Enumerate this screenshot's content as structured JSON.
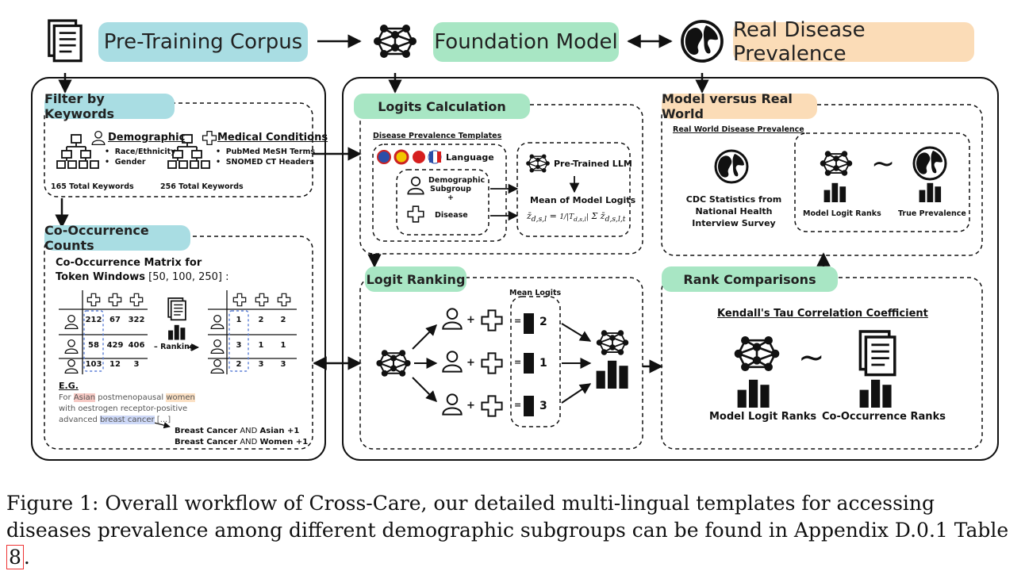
{
  "top": {
    "corpus": "Pre-Training Corpus",
    "foundation": "Foundation Model",
    "prevalence": "Real Disease Prevalence"
  },
  "left": {
    "filter_title": "Filter by Keywords",
    "demographic": "Demographic",
    "demo_items": [
      "Race/Ethnicity",
      "Gender"
    ],
    "demo_total": "165 Total Keywords",
    "medical": "Medical Conditions",
    "med_items": [
      "PubMed MeSH Terms",
      "SNOMED CT Headers"
    ],
    "med_total": "256 Total Keywords",
    "cooc_title": "Co-Occurrence Counts",
    "matrix_title_line1": "Co-Occurrence Matrix for",
    "matrix_title_line2_bold": "Token Windows",
    "matrix_title_line2_rest": "[50, 100, 250] :",
    "counts": [
      [
        "212",
        "67",
        "322"
      ],
      [
        "58",
        "429",
        "406"
      ],
      [
        "103",
        "12",
        "3"
      ]
    ],
    "ranks": [
      [
        "1",
        "2",
        "2"
      ],
      [
        "3",
        "1",
        "1"
      ],
      [
        "2",
        "3",
        "3"
      ]
    ],
    "ranking_label": "Ranking",
    "eg_label": "E.G.",
    "eg_line1_pre": "For ",
    "eg_asian": "Asian",
    "eg_line1_mid": " postmenopausal ",
    "eg_women": "women",
    "eg_line2": "with oestrogen receptor-positive",
    "eg_line3_pre": "advanced ",
    "eg_bc": "breast cancer",
    "eg_line3_post": " [...]",
    "eg_result1_pre": "Breast Cancer",
    "eg_result1_mid": " AND ",
    "eg_result1_post": "Asian +1",
    "eg_result2_pre": "Breast Cancer",
    "eg_result2_mid": " AND ",
    "eg_result2_post": "Women +1"
  },
  "middle": {
    "logits_title": "Logits Calculation",
    "templates_label": "Disease Prevalence Templates",
    "language": "Language",
    "demo_subgroup_1": "Demographic",
    "demo_subgroup_2": "Subgroup",
    "plus": "+",
    "disease": "Disease",
    "pretrained": "Pre-Trained LLM",
    "mean_logits": "Mean of Model Logits",
    "ranking_title": "Logit Ranking",
    "mean_logits_short": "Mean Logits",
    "rank_values": [
      "2",
      "1",
      "3"
    ]
  },
  "right": {
    "mvr_title": "Model versus Real World",
    "rw_label": "Real World Disease Prevalence",
    "cdc_1": "CDC Statistics from",
    "cdc_2": "National Health",
    "cdc_3": "Interview Survey",
    "model_logit_ranks": "Model Logit Ranks",
    "true_prevalence": "True Prevalence",
    "rank_comp_title": "Rank Comparisons",
    "kendall": "Kendall's Tau Correlation Coefficient",
    "model_logit_ranks_2": "Model Logit Ranks",
    "cooc_ranks": "Co-Occurrence Ranks",
    "tilde": "~"
  },
  "caption": {
    "text": "Figure 1: Overall workflow of Cross-Care, our detailed multi-lingual templates for accessing diseases prevalence among different demographic subgroups can be found in Appendix D.0.1 Table ",
    "ref": "8",
    "end": "."
  },
  "colors": {
    "blue_pill": "#a9dde3",
    "green_pill": "#a8e6c4",
    "peach_pill": "#fbdcb7",
    "stroke": "#111111",
    "highlight_red": "#f6c9c4",
    "highlight_orange": "#fbe0c4",
    "highlight_blue": "#cdd8f7"
  }
}
